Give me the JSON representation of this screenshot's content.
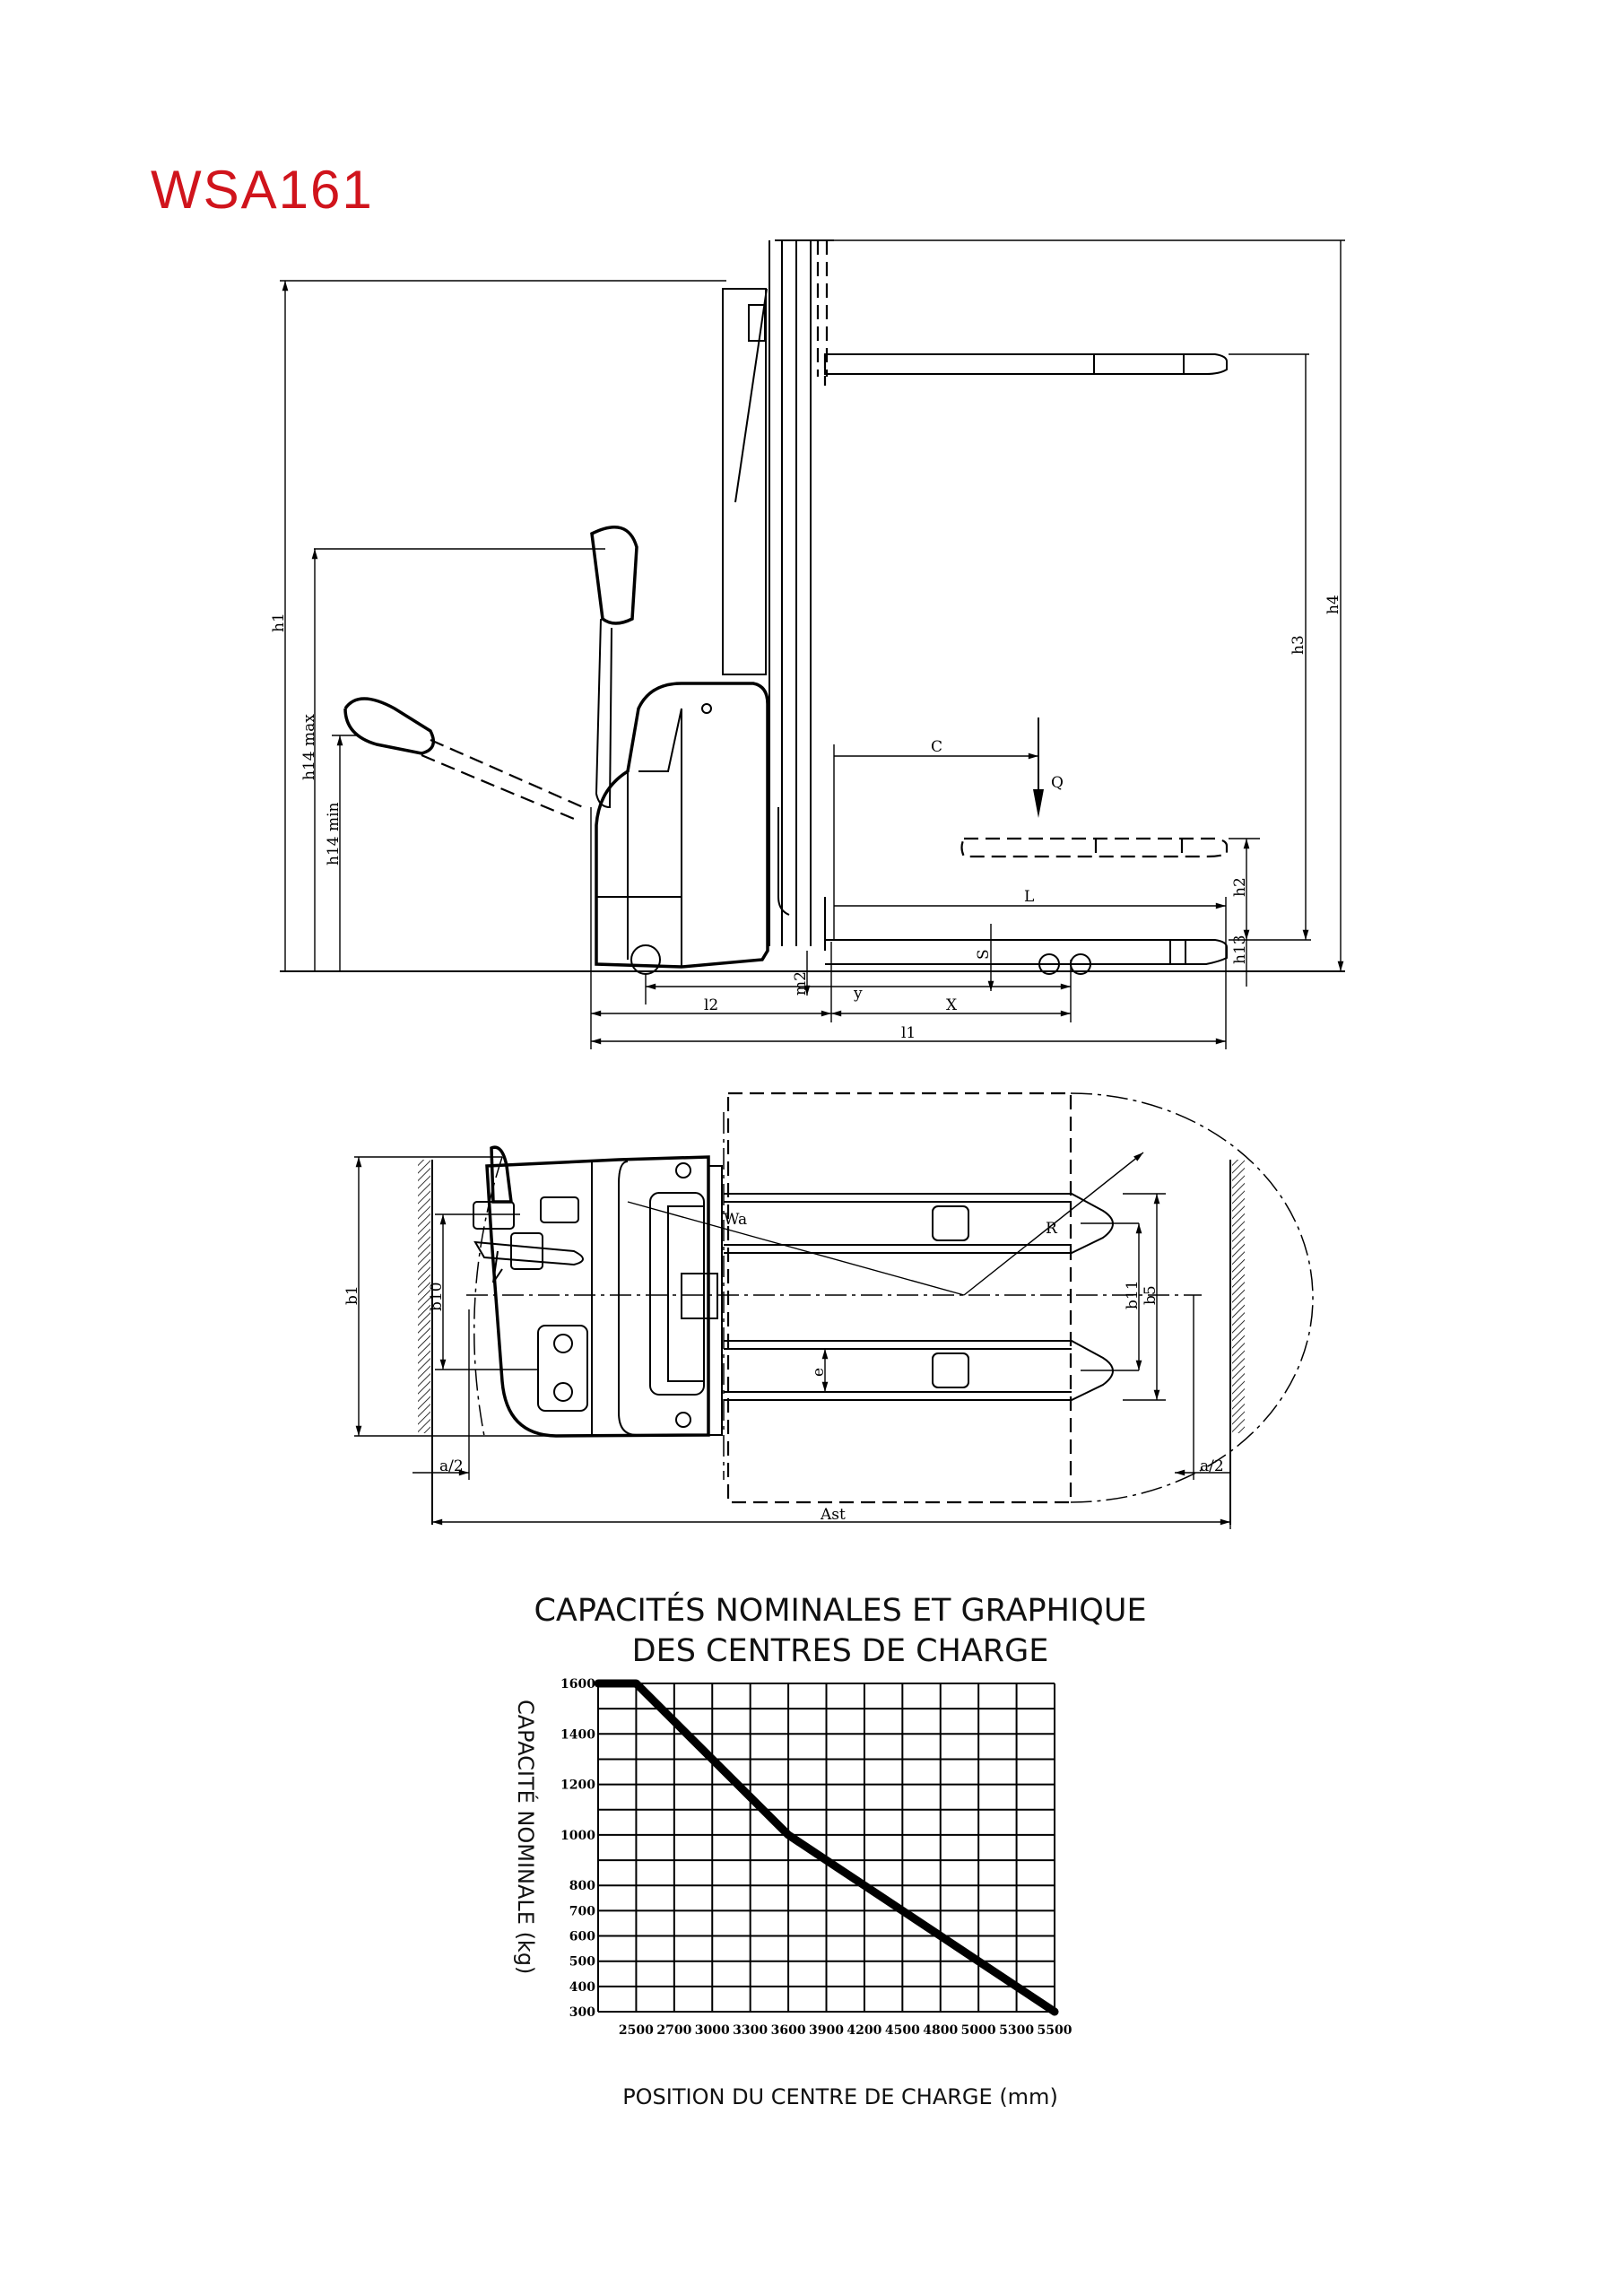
{
  "title": "WSA161",
  "side_view": {
    "labels": {
      "h1": "h1",
      "h14max": "h14 max",
      "h14min": "h14 min",
      "h3": "h3",
      "h4": "h4",
      "h2": "h2",
      "h13": "h13",
      "C": "C",
      "Q": "Q",
      "L": "L",
      "S": "S",
      "m2": "m2",
      "y": "y",
      "l2": "l2",
      "X": "X",
      "l1": "l1"
    }
  },
  "top_view": {
    "labels": {
      "b1": "b1",
      "b10": "b10",
      "b11": "b11",
      "b5": "b5",
      "e": "e",
      "Wa": "Wa",
      "R": "R",
      "a2_left": "a/2",
      "a2_right": "a/2",
      "Ast": "Ast"
    }
  },
  "chart_data": {
    "type": "line",
    "title": [
      "CAPACITÉS NOMINALES ET GRAPHIQUE",
      "DES CENTRES DE CHARGE"
    ],
    "xlabel": "POSITION DU CENTRE DE CHARGE (mm)",
    "ylabel": "CAPACITÉ NOMINALE  (kg)",
    "x_categories": [
      "",
      "2500",
      "2700",
      "3000",
      "3300",
      "3600",
      "3900",
      "4200",
      "4500",
      "4800",
      "5000",
      "5300",
      "5500"
    ],
    "y_tick_labels": [
      "1600",
      "1400",
      "1200",
      "1000",
      "800",
      "700",
      "600",
      "500",
      "400",
      "300"
    ],
    "ylim": [
      300,
      1600
    ],
    "y_grid_step": 100,
    "grid": true,
    "series": [
      {
        "name": "capacity",
        "values": [
          1600,
          1600,
          1450,
          1300,
          1150,
          1000,
          900,
          800,
          700,
          600,
          500,
          400,
          300
        ]
      }
    ]
  }
}
